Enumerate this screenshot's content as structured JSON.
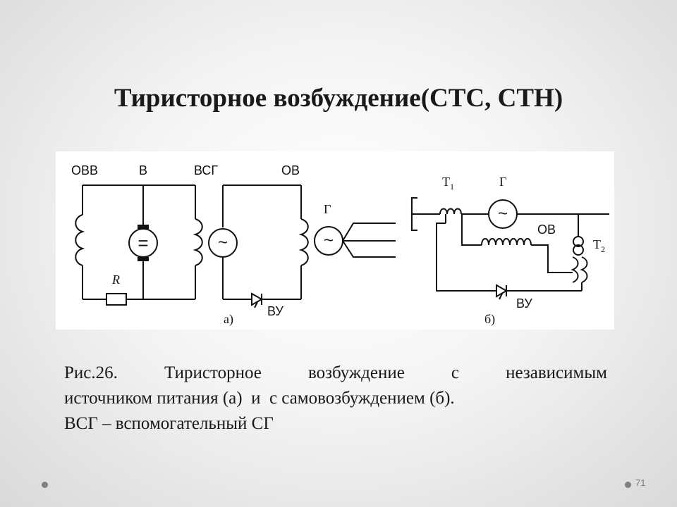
{
  "slide": {
    "title": "Тиристорное возбуждение(СТС, СТН)",
    "page_number": "71"
  },
  "diagram": {
    "a": {
      "label_ovv": "ОВВ",
      "label_v": "В",
      "label_vsg": "ВСГ",
      "label_ov": "ОВ",
      "label_g": "Г",
      "label_r": "R",
      "label_vu": "ВУ",
      "panel_label": "а)",
      "dc_symbol": "=",
      "ac_symbol": "~"
    },
    "b": {
      "label_t1_main": "Т",
      "label_t1_sub": "1",
      "label_g": "Г",
      "label_ov": "ОВ",
      "label_t2_main": "Т",
      "label_t2_sub": "2",
      "label_vu": "ВУ",
      "panel_label": "б)",
      "ac_symbol": "~"
    }
  },
  "caption": {
    "line1_words": [
      "Рис.26.",
      "Тиристорное",
      "возбуждение",
      "с",
      "независимым"
    ],
    "line2": "источником питания (а)  и  с самовозбуждением (б).",
    "line3": "ВСГ – вспомогательный СГ"
  }
}
